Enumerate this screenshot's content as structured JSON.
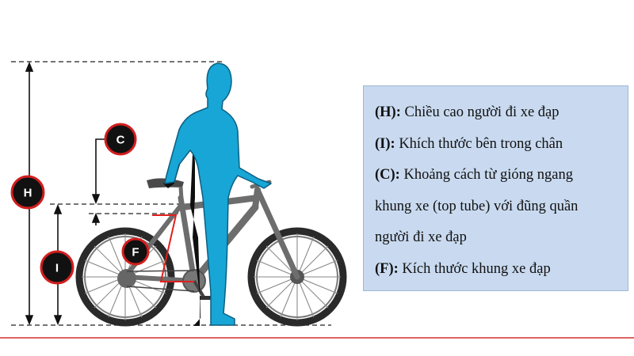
{
  "markers": {
    "h": "H",
    "i": "I",
    "c": "C",
    "f": "F"
  },
  "legend": {
    "items": [
      {
        "key": "(H):",
        "text": " Chiều cao người đi xe đạp"
      },
      {
        "key": "(I):",
        "text": " Khích thước bên trong chân"
      },
      {
        "key": "(C):",
        "text": " Khoảng cách từ gióng  ngang"
      },
      {
        "key": "",
        "text": "khung xe (top tube) với đũng quần"
      },
      {
        "key": "",
        "text": "người đi xe đạp"
      },
      {
        "key": "(F):",
        "text": " Kích thước khung xe đạp"
      }
    ]
  },
  "colors": {
    "rider": "#17a6d6",
    "rider_outline": "#0d5f80",
    "bike": "#6d6d6d",
    "tire": "#2a2a2a",
    "marker_fill": "#111111",
    "marker_ring": "#d21e1e",
    "frame_box": "#e0201e",
    "legend_bg": "#c9daf0",
    "baseline": "#d32f2f"
  },
  "icons": {
    "rider": "person-silhouette-icon",
    "bike": "mountain-bike-icon"
  }
}
